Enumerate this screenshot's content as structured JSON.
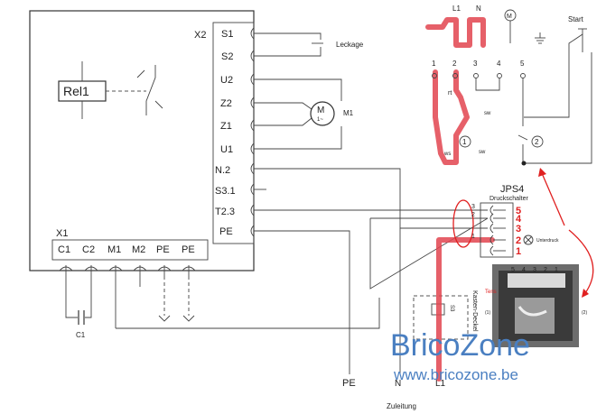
{
  "relay": {
    "label": "Rel1"
  },
  "x2": {
    "label": "X2",
    "terminals": [
      "S1",
      "S2",
      "U2",
      "Z2",
      "Z1",
      "U1",
      "N.2",
      "S3.1",
      "T2.3",
      "PE"
    ]
  },
  "x1": {
    "label": "X1",
    "terminals": [
      "C1",
      "C2",
      "M1",
      "M2",
      "PE",
      "PE"
    ]
  },
  "labels": {
    "leckage": "Leckage",
    "motor": "M1",
    "motor_symbol": "M",
    "motor_sub": "1~",
    "capacitor": "C1",
    "pe_bottom": "PE",
    "n_bottom": "N",
    "l1_bottom": "L1",
    "zuleitung": "Zuleitung",
    "kasten": "Kasten-Deckel",
    "s3": "S3"
  },
  "jps4": {
    "title": "JPS4",
    "subtitle": "Druckschalter",
    "numbers": [
      "5",
      "4",
      "3",
      "2",
      "1"
    ],
    "wire_numbers": [
      "3",
      "2",
      "1"
    ],
    "unterdruck": "Unterdruck"
  },
  "top_right": {
    "l1": "L1",
    "n": "N",
    "motor": "M",
    "start": "Start",
    "terminals": [
      "1",
      "2",
      "3",
      "4",
      "5"
    ],
    "rt": "rt",
    "sw": "sw",
    "ws": "ws",
    "circle1": "1",
    "circle2": "2"
  },
  "photo": {
    "numbers": [
      "5",
      "4",
      "3",
      "2",
      "1"
    ],
    "tension": "Tens",
    "note_left": "(1)",
    "note_right": "(2)"
  },
  "watermark": {
    "brand": "BricoZone",
    "url": "www.bricozone.be"
  },
  "colors": {
    "highlight": "#e2444f",
    "wire_red": "#e02020",
    "watermark": "#4a7fc1"
  }
}
